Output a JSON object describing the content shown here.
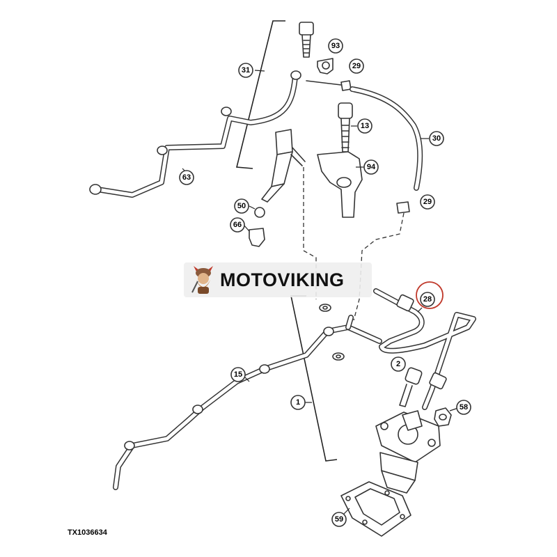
{
  "watermark": {
    "text": "MOTOVIKING"
  },
  "figure_code": "TX1036634",
  "highlight_color": "#c0392b",
  "callouts": {
    "c31": "31",
    "c93": "93",
    "c29a": "29",
    "c13": "13",
    "c30": "30",
    "c63": "63",
    "c94": "94",
    "c50": "50",
    "c29b": "29",
    "c66": "66",
    "c28": "28",
    "c15": "15",
    "c2": "2",
    "c1": "1",
    "c58": "58",
    "c59": "59"
  }
}
